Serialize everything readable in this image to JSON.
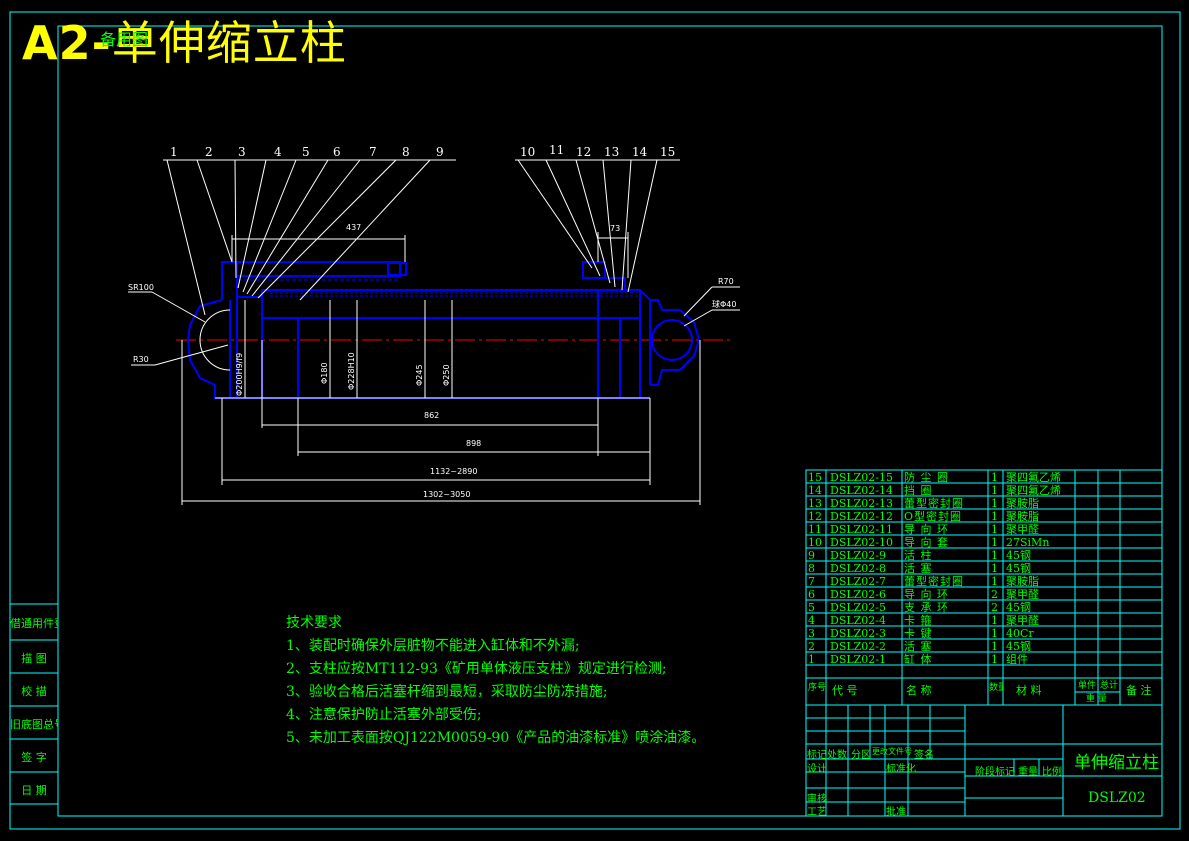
{
  "sheet_title": {
    "code": "A2-",
    "name": "单伸缩立柱",
    "overlay": "备用图"
  },
  "drawing": {
    "balloons": [
      "1",
      "2",
      "3",
      "4",
      "5",
      "6",
      "7",
      "8",
      "9",
      "10",
      "11",
      "12",
      "13",
      "14",
      "15"
    ],
    "dims": {
      "d437": "437",
      "d73": "73",
      "d862": "862",
      "d898": "898",
      "d1132": "1132~2890",
      "d1302": "1302~3050",
      "r70": "R70",
      "phi40": "球Φ40",
      "sr100": "SR100",
      "r30": "R30",
      "phi_a": "Φ200H9/f9",
      "phi_b": "Φ180",
      "phi_c": "Φ228H10",
      "phi_d": "Φ245",
      "phi_e": "Φ250"
    }
  },
  "tech_requirements": {
    "title": "技术要求",
    "items": [
      "1、装配时确保外层脏物不能进入缸体和不外漏;",
      "2、支柱应按MT112-93《矿用单体液压支柱》规定进行检测;",
      "3、验收合格后活塞杆缩到最短，采取防尘防冻措施;",
      "4、注意保护防止活塞外部受伤;",
      "5、未加工表面按QJ122M0059-90《产品的油漆标准》喷涂油漆。"
    ]
  },
  "side_labels": [
    "借通用件登记",
    "描 图",
    "校 描",
    "旧底图总号",
    "签 字",
    "日 期"
  ],
  "bom": {
    "rows": [
      {
        "no": "15",
        "code": "DSLZ02-15",
        "name": "防 尘 圈",
        "qty": "1",
        "material": "聚四氟乙烯"
      },
      {
        "no": "14",
        "code": "DSLZ02-14",
        "name": "挡 圈",
        "qty": "1",
        "material": "聚四氟乙烯"
      },
      {
        "no": "13",
        "code": "DSLZ02-13",
        "name": "蕾型密封圈",
        "qty": "1",
        "material": "聚胺脂"
      },
      {
        "no": "12",
        "code": "DSLZ02-12",
        "name": "O型密封圈",
        "qty": "1",
        "material": "聚胺脂"
      },
      {
        "no": "11",
        "code": "DSLZ02-11",
        "name": "导 向 环",
        "qty": "1",
        "material": "聚甲醛"
      },
      {
        "no": "10",
        "code": "DSLZ02-10",
        "name": "导 向 套",
        "qty": "1",
        "material": "27SiMn"
      },
      {
        "no": "9",
        "code": "DSLZ02-9",
        "name": "活 柱",
        "qty": "1",
        "material": "45钢"
      },
      {
        "no": "8",
        "code": "DSLZ02-8",
        "name": "活 塞",
        "qty": "1",
        "material": "45钢"
      },
      {
        "no": "7",
        "code": "DSLZ02-7",
        "name": "蕾型密封圈",
        "qty": "1",
        "material": "聚胺脂"
      },
      {
        "no": "6",
        "code": "DSLZ02-6",
        "name": "导 向 环",
        "qty": "2",
        "material": "聚甲醛"
      },
      {
        "no": "5",
        "code": "DSLZ02-5",
        "name": "支 承 环",
        "qty": "2",
        "material": "45钢"
      },
      {
        "no": "4",
        "code": "DSLZ02-4",
        "name": "卡 箍",
        "qty": "1",
        "material": "聚甲醛"
      },
      {
        "no": "3",
        "code": "DSLZ02-3",
        "name": "卡 键",
        "qty": "1",
        "material": "40Cr"
      },
      {
        "no": "2",
        "code": "DSLZ02-2",
        "name": "活 塞",
        "qty": "1",
        "material": "45钢"
      },
      {
        "no": "1",
        "code": "DSLZ02-1",
        "name": "缸 体",
        "qty": "1",
        "material": "组件"
      }
    ],
    "header": {
      "no": "序号",
      "code": "代 号",
      "name": "名 称",
      "qty": "数量",
      "material": "材 料",
      "unit_weight": "单件",
      "total_weight": "总计",
      "weight": "重 量",
      "remark": "备 注"
    }
  },
  "title_block": {
    "labels": {
      "mark": "标记",
      "zones": "处数",
      "division": "分区",
      "doc_no": "更改文件号",
      "sign": "签名",
      "design": "设计",
      "standard": "标准化",
      "stage": "阶段标记",
      "weight": "重量",
      "scale": "比例",
      "review": "审核",
      "process": "工艺",
      "approve": "批准"
    },
    "name": "单伸缩立柱",
    "drawing_no": "DSLZ02"
  },
  "colors": {
    "frame": "#00ffff",
    "line": "#00ffff",
    "text": "#00ff00",
    "title": "#ffff00",
    "part": "#0000ff",
    "dim": "#ffffff",
    "center": "#ff0000"
  }
}
